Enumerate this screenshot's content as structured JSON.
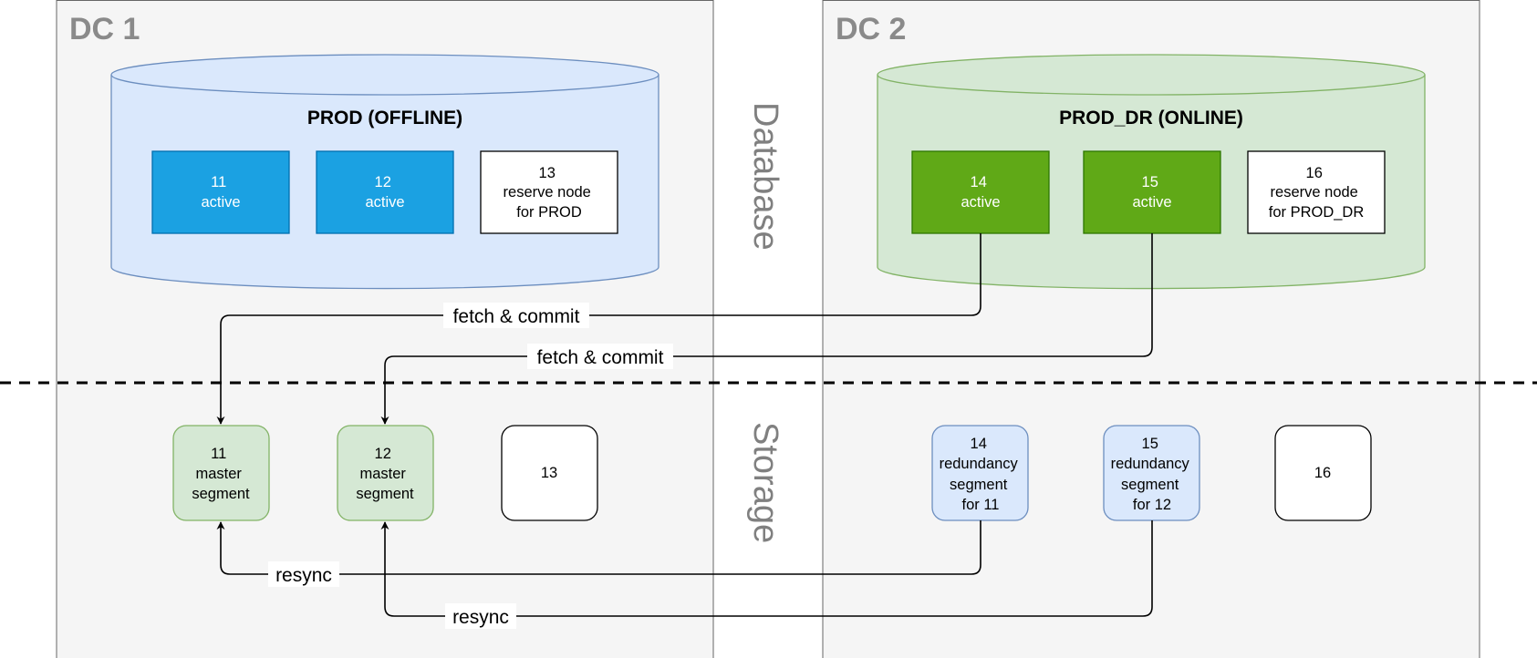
{
  "dc1": {
    "title": "DC 1"
  },
  "dc2": {
    "title": "DC 2"
  },
  "prod": {
    "title": "PROD (OFFLINE)",
    "fill": "#dae8fc",
    "stroke": "#6c8ebf",
    "nodes": [
      {
        "lines": [
          "11",
          "active"
        ]
      },
      {
        "lines": [
          "12",
          "active"
        ]
      },
      {
        "lines": [
          "13",
          "reserve node",
          "for PROD"
        ]
      }
    ]
  },
  "prod_dr": {
    "title": "PROD_DR (ONLINE)",
    "fill": "#d5e8d4",
    "stroke": "#82b366",
    "nodes": [
      {
        "lines": [
          "14",
          "active"
        ]
      },
      {
        "lines": [
          "15",
          "active"
        ]
      },
      {
        "lines": [
          "16",
          "reserve node",
          "for PROD_DR"
        ]
      }
    ]
  },
  "layers": {
    "database": "Database",
    "storage": "Storage"
  },
  "storage_dc1": [
    {
      "lines": [
        "11",
        "master",
        "segment"
      ]
    },
    {
      "lines": [
        "12",
        "master",
        "segment"
      ]
    },
    {
      "lines": [
        "13"
      ]
    }
  ],
  "storage_dc2": [
    {
      "lines": [
        "14",
        "redundancy",
        "segment",
        "for 11"
      ]
    },
    {
      "lines": [
        "15",
        "redundancy",
        "segment",
        "for 12"
      ]
    },
    {
      "lines": [
        "16"
      ]
    }
  ],
  "edges": {
    "fetch1": "fetch & commit",
    "fetch2": "fetch & commit",
    "resync1": "resync",
    "resync2": "resync"
  },
  "colors": {
    "active_blue": "#1ba1e2",
    "active_green": "#60a917",
    "master_segment": "#d5e8d4",
    "redundancy_segment": "#dae8fc",
    "zone_bg": "#f5f5f5"
  }
}
